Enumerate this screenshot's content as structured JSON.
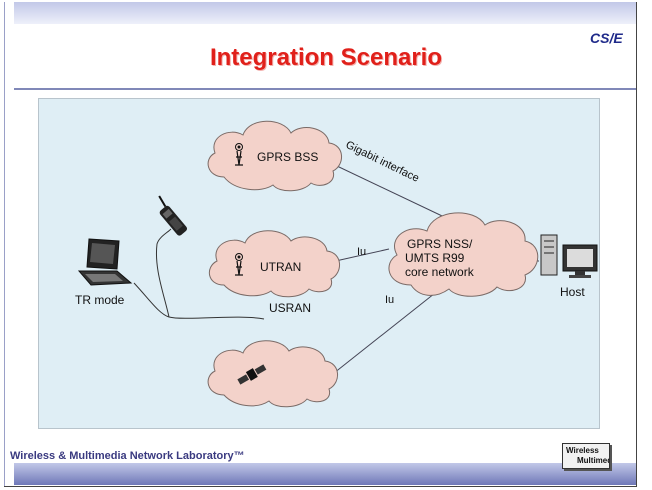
{
  "slide": {
    "title": "Integration Scenario",
    "logo_text": "CS/E",
    "footer_text": "Wireless & Multimedia Network Laboratory™",
    "footer_logo_line1": "Wireless",
    "footer_logo_line2": "Multimedia"
  },
  "diagram": {
    "cloud_gprs_bss": "GPRS BSS",
    "cloud_utran": "UTRAN",
    "usran_label": "USRAN",
    "core_line1": "GPRS NSS/",
    "core_line2": "UMTS R99",
    "core_line3": "core network",
    "link_gigabit": "Gigabit interface",
    "link_iu_top": "Iu",
    "link_iu_bottom": "Iu",
    "tr_mode": "TR mode",
    "host": "Host"
  },
  "colors": {
    "title": "#e0201a",
    "cloud_fill": "#f3d2ca",
    "diagram_bg": "#dfeef5",
    "bar": "#6f78b8"
  }
}
